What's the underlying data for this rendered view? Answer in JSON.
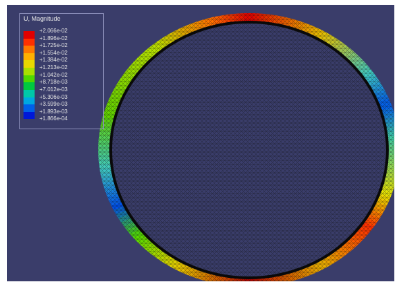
{
  "legend": {
    "title": "U, Magnitude",
    "labels": [
      "+2.066e-02",
      "+1.896e-02",
      "+1.725e-02",
      "+1.554e-02",
      "+1.384e-02",
      "+1.213e-02",
      "+1.042e-02",
      "+8.718e-03",
      "+7.012e-03",
      "+5.306e-03",
      "+3.599e-03",
      "+1.893e-03",
      "+1.866e-04"
    ],
    "colors": [
      "#e00000",
      "#ff3000",
      "#ff7800",
      "#ffb000",
      "#e8d800",
      "#a8e000",
      "#50d800",
      "#00c840",
      "#00c8a8",
      "#00a8e0",
      "#0060e8",
      "#0018d8"
    ]
  },
  "viewport": {
    "background": "#3a3d6a"
  },
  "contour": {
    "description_colors": {
      "top": "#e00000",
      "upper_right": "#0078e8",
      "right": "#ff2000",
      "bottom_right": "#e8b000",
      "bottom": "#c80000",
      "bottom_left": "#50d800",
      "lower_left": "#0060e8",
      "left": "#60d000",
      "upper_left": "#d8d800"
    }
  }
}
